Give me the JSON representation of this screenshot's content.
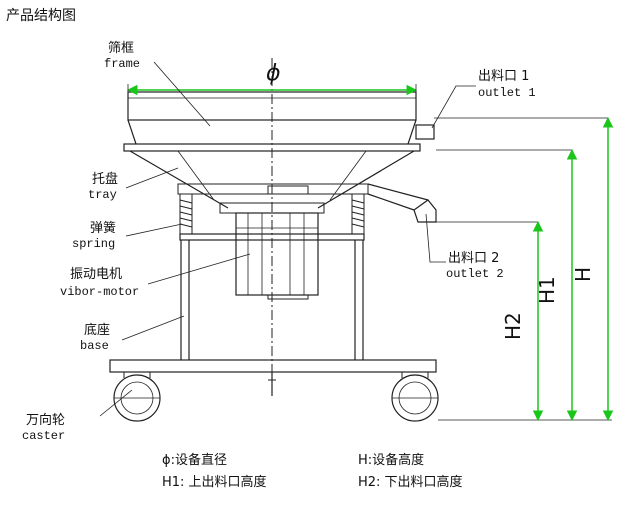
{
  "title": "产品结构图",
  "labels": {
    "frame_cn": "筛框",
    "frame_en": "frame",
    "tray_cn": "托盘",
    "tray_en": "tray",
    "spring_cn": "弹簧",
    "spring_en": "spring",
    "motor_cn": "振动电机",
    "motor_en": "vibor-motor",
    "base_cn": "底座",
    "base_en": "base",
    "caster_cn": "万向轮",
    "caster_en": "caster",
    "outlet1_cn": "出料口 1",
    "outlet1_en": "outlet 1",
    "outlet2_cn": "出料口 2",
    "outlet2_en": "outlet 2"
  },
  "dimensions": {
    "phi": "ϕ",
    "h": "H",
    "h1": "H1",
    "h2": "H2"
  },
  "legend": {
    "phi": "ϕ:设备直径",
    "h": "H:设备高度",
    "h1": "H1:  上出料口高度",
    "h2": "H2:  下出料口高度"
  },
  "colors": {
    "dimension_line": "#1bc61b",
    "drawing_line": "#222222"
  }
}
